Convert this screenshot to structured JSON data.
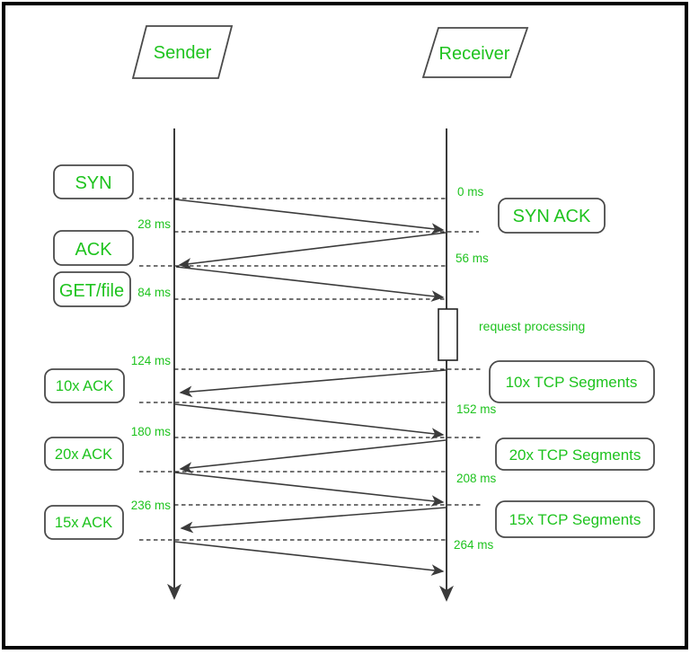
{
  "diagram": {
    "actors": {
      "sender": "Sender",
      "receiver": "Receiver"
    },
    "messages": {
      "syn": "SYN",
      "syn_ack": "SYN ACK",
      "ack": "ACK",
      "get_file": "GET/file",
      "ack10": "10x ACK",
      "seg10": "10x TCP Segments",
      "ack20": "20x ACK",
      "seg20": "20x TCP Segments",
      "ack15": "15x ACK",
      "seg15": "15x TCP Segments"
    },
    "annotation": {
      "request_processing": "request processing"
    },
    "timeline": {
      "t0": "0 ms",
      "t28": "28 ms",
      "t56": "56 ms",
      "t84": "84 ms",
      "t124": "124 ms",
      "t152": "152 ms",
      "t180": "180 ms",
      "t208": "208 ms",
      "t236": "236 ms",
      "t264": "264 ms"
    },
    "colors": {
      "label_green": "#1ec31e",
      "line_dark": "#3b3b3b",
      "border_black": "#000000",
      "background": "#ffffff"
    }
  }
}
